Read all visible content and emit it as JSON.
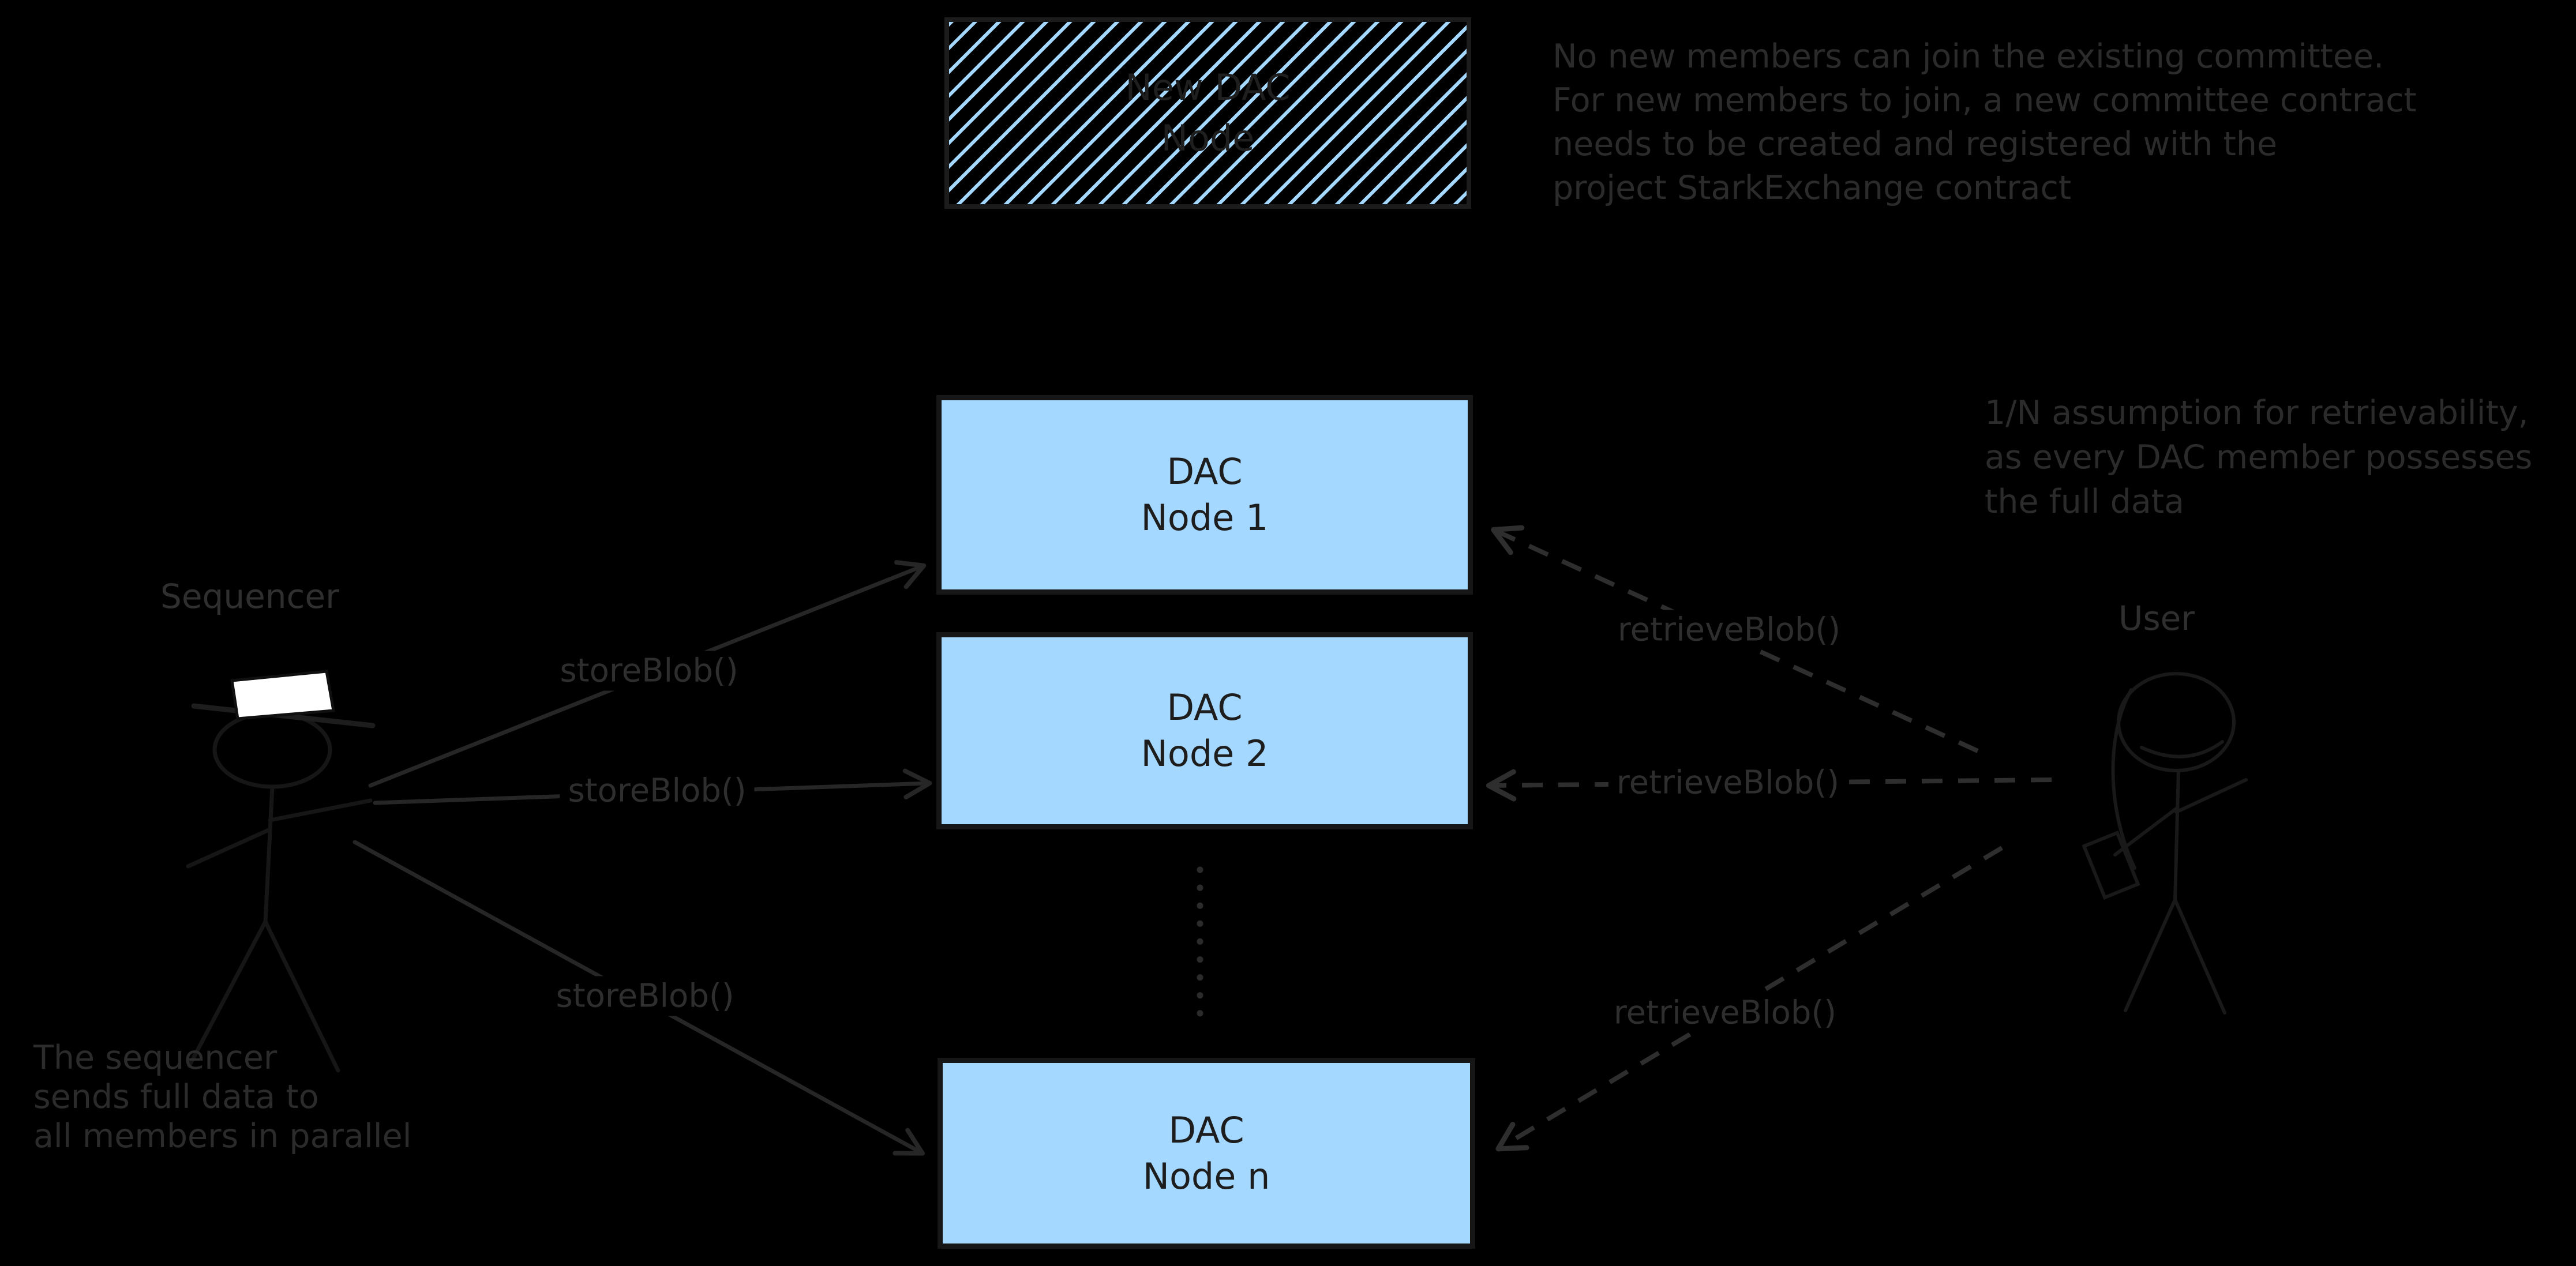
{
  "diagram": {
    "new_node_box": {
      "line1": "New DAC",
      "line2": "Node"
    },
    "nodes": [
      {
        "line1": "DAC",
        "line2": "Node 1"
      },
      {
        "line1": "DAC",
        "line2": "Node 2"
      },
      {
        "line1": "DAC",
        "line2": "Node n"
      }
    ],
    "actors": {
      "sequencer": "Sequencer",
      "user": "User"
    },
    "labels": {
      "store1": "storeBlob()",
      "store2": "storeBlob()",
      "store3": "storeBlob()",
      "retrieve1": "retrieveBlob()",
      "retrieve2": "retrieveBlob()",
      "retrieve3": "retrieveBlob()"
    },
    "annotations": {
      "committee_note": [
        "No new members can join the existing committee.",
        "For new members to join, a new committee contract",
        "needs to be created and registered with the",
        "project StarkExchange contract"
      ],
      "retrievability_note": [
        "1/N assumption for retrievability,",
        "as every DAC member possesses",
        "the full data"
      ],
      "sequencer_note": [
        "The sequencer",
        "sends full data to",
        "all members in parallel"
      ]
    },
    "colors": {
      "background": "#000000",
      "node_fill": "#a5d8ff",
      "stroke_dark": "#1e1e1e",
      "label_gray": "#2e2e2e",
      "hat_white": "#ffffff"
    }
  }
}
